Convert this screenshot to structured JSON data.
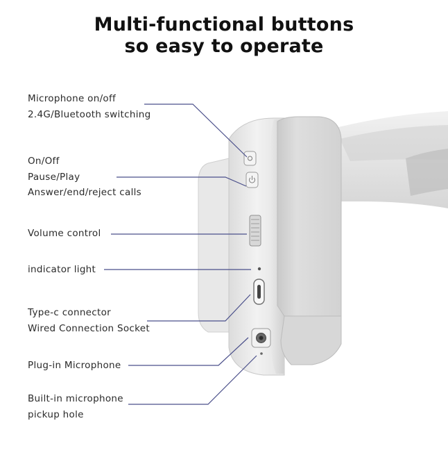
{
  "title": {
    "line1": "Multi-functional buttons",
    "line2": "so easy to operate"
  },
  "callouts": {
    "mic_switch": {
      "line1": "Microphone on/off",
      "line2": "2.4G/Bluetooth switching"
    },
    "power": {
      "line1": "On/Off",
      "line2": "Pause/Play",
      "line3": "Answer/end/reject calls"
    },
    "volume": {
      "line1": "Volume control"
    },
    "indicator": {
      "line1": "indicator light"
    },
    "typec": {
      "line1": "Type-c connector",
      "line2": "Wired Connection Socket"
    },
    "plugin_mic": {
      "line1": "Plug-in Microphone"
    },
    "builtin_mic": {
      "line1": "Built-in microphone",
      "line2": "pickup hole"
    }
  },
  "colors": {
    "leader_line": "#4a4f8a",
    "headphone_body": "#e6e6e6",
    "headphone_shadow": "#cfcfcf"
  }
}
